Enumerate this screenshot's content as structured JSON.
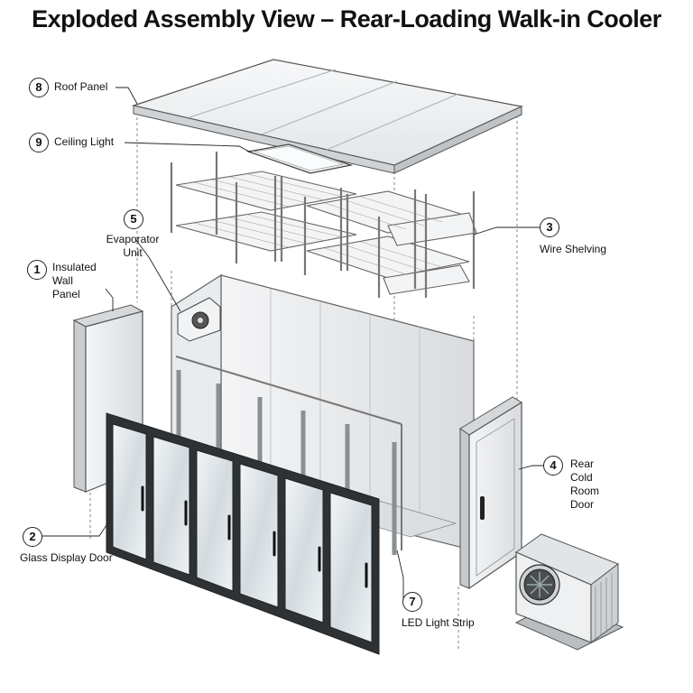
{
  "title": "Exploded Assembly View – Rear-Loading Walk-in Cooler",
  "callouts": [
    {
      "num": "8",
      "label": "Roof Panel"
    },
    {
      "num": "9",
      "label": "Ceiling Light"
    },
    {
      "num": "5",
      "label": "Evaporator\nUnit"
    },
    {
      "num": "1",
      "label": "Insulated\nWall Panel"
    },
    {
      "num": "3",
      "label": "Wire Shelving"
    },
    {
      "num": "4",
      "label": "Rear Cold\nRoom Door"
    },
    {
      "num": "2",
      "label": "Glass Display Door"
    },
    {
      "num": "7",
      "label": "LED Light Strip"
    }
  ],
  "colors": {
    "panel": "#eceeef",
    "frame": "#3a3d40",
    "glass": "#dfe6ea",
    "line": "#222222"
  }
}
